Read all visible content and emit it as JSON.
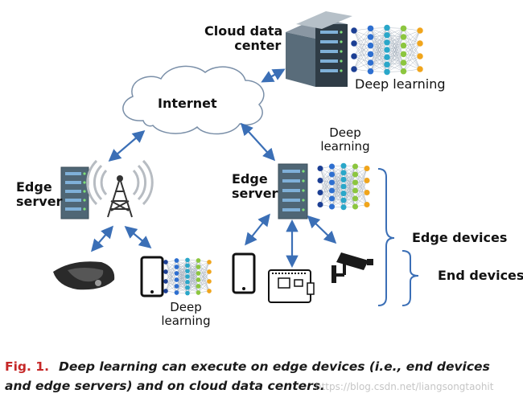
{
  "labels": {
    "cloud_data_center": [
      "Cloud data",
      "center"
    ],
    "internet": "Internet",
    "deep_learning_cloud": "Deep learning",
    "deep_learning_edge": [
      "Deep",
      "learning"
    ],
    "deep_learning_device": [
      "Deep",
      "learning"
    ],
    "edge_server_left": [
      "Edge",
      "server"
    ],
    "edge_server_right": [
      "Edge",
      "server"
    ],
    "edge_devices": "Edge devices",
    "end_devices": "End devices"
  },
  "caption": {
    "fig_label": "Fig. 1.",
    "text": "Deep learning can execute on edge devices (i.e., end devices and edge servers) and on cloud data centers."
  },
  "watermark": "https://blog.csdn.net/liangsongtaohit",
  "colors": {
    "arrow": "#3b6fb6",
    "server_body": "#4f6675",
    "server_slot": "#7fb0d8",
    "nn_layers": [
      "#1c3f94",
      "#2e6fd0",
      "#2aa7c9",
      "#8cc63f",
      "#f0a51c"
    ],
    "caption_fig": "#c62828",
    "bracket": "#3b6fb6"
  }
}
